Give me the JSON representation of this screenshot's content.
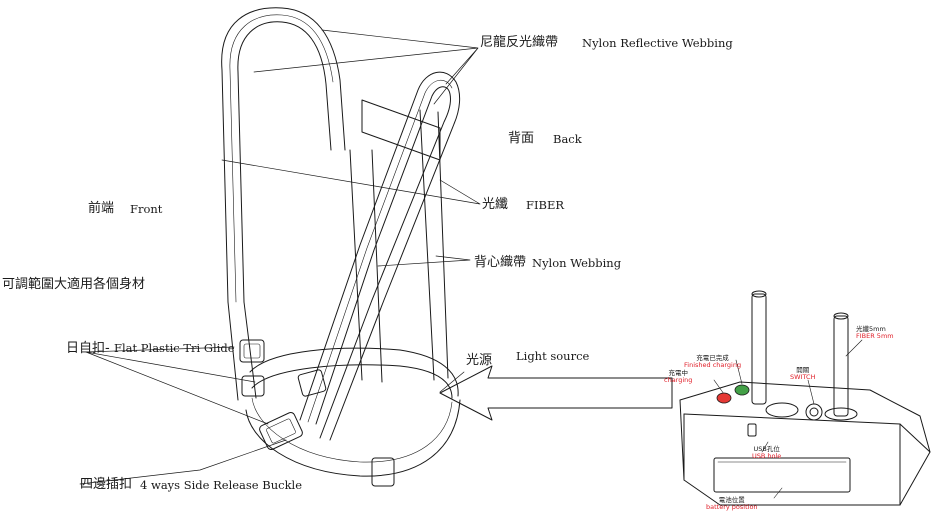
{
  "labels": {
    "nylon_reflective_cn": "尼龍反光織帶",
    "nylon_reflective_en": "Nylon Reflective Webbing",
    "back_cn": "背面",
    "back_en": "Back",
    "front_cn": "前端",
    "front_en": "Front",
    "fiber_cn": "光纖",
    "fiber_en": "FIBER",
    "vest_webbing_cn": "背心織帶",
    "vest_webbing_en": "Nylon Webbing",
    "adjustable_cn": "可調範圍大適用各個身材",
    "tri_glide_cn": "日自扣-",
    "tri_glide_en": "Flat Plastic Tri Glide",
    "light_source_cn": "光源",
    "light_source_en": "Light source",
    "buckle_cn": "四邊插扣",
    "buckle_en": "4 ways Side Release Buckle"
  },
  "device": {
    "fiber_cn": "光纖5mm",
    "fiber_en": "FIBER 5mm",
    "finished_cn": "充電已完成",
    "finished_en": "Finished charging",
    "charging_cn": "充電中",
    "charging_en": "charging",
    "switch_cn": "開關",
    "switch_en": "SWITCH",
    "usb_cn": "USB孔位",
    "usb_en": "USB hole",
    "battery_cn": "電池位置",
    "battery_en": "battery position"
  },
  "colors": {
    "line": "#1a1a1a",
    "annotation_red": "#e0202a",
    "led_red": "#e53935",
    "led_green": "#43a047"
  }
}
